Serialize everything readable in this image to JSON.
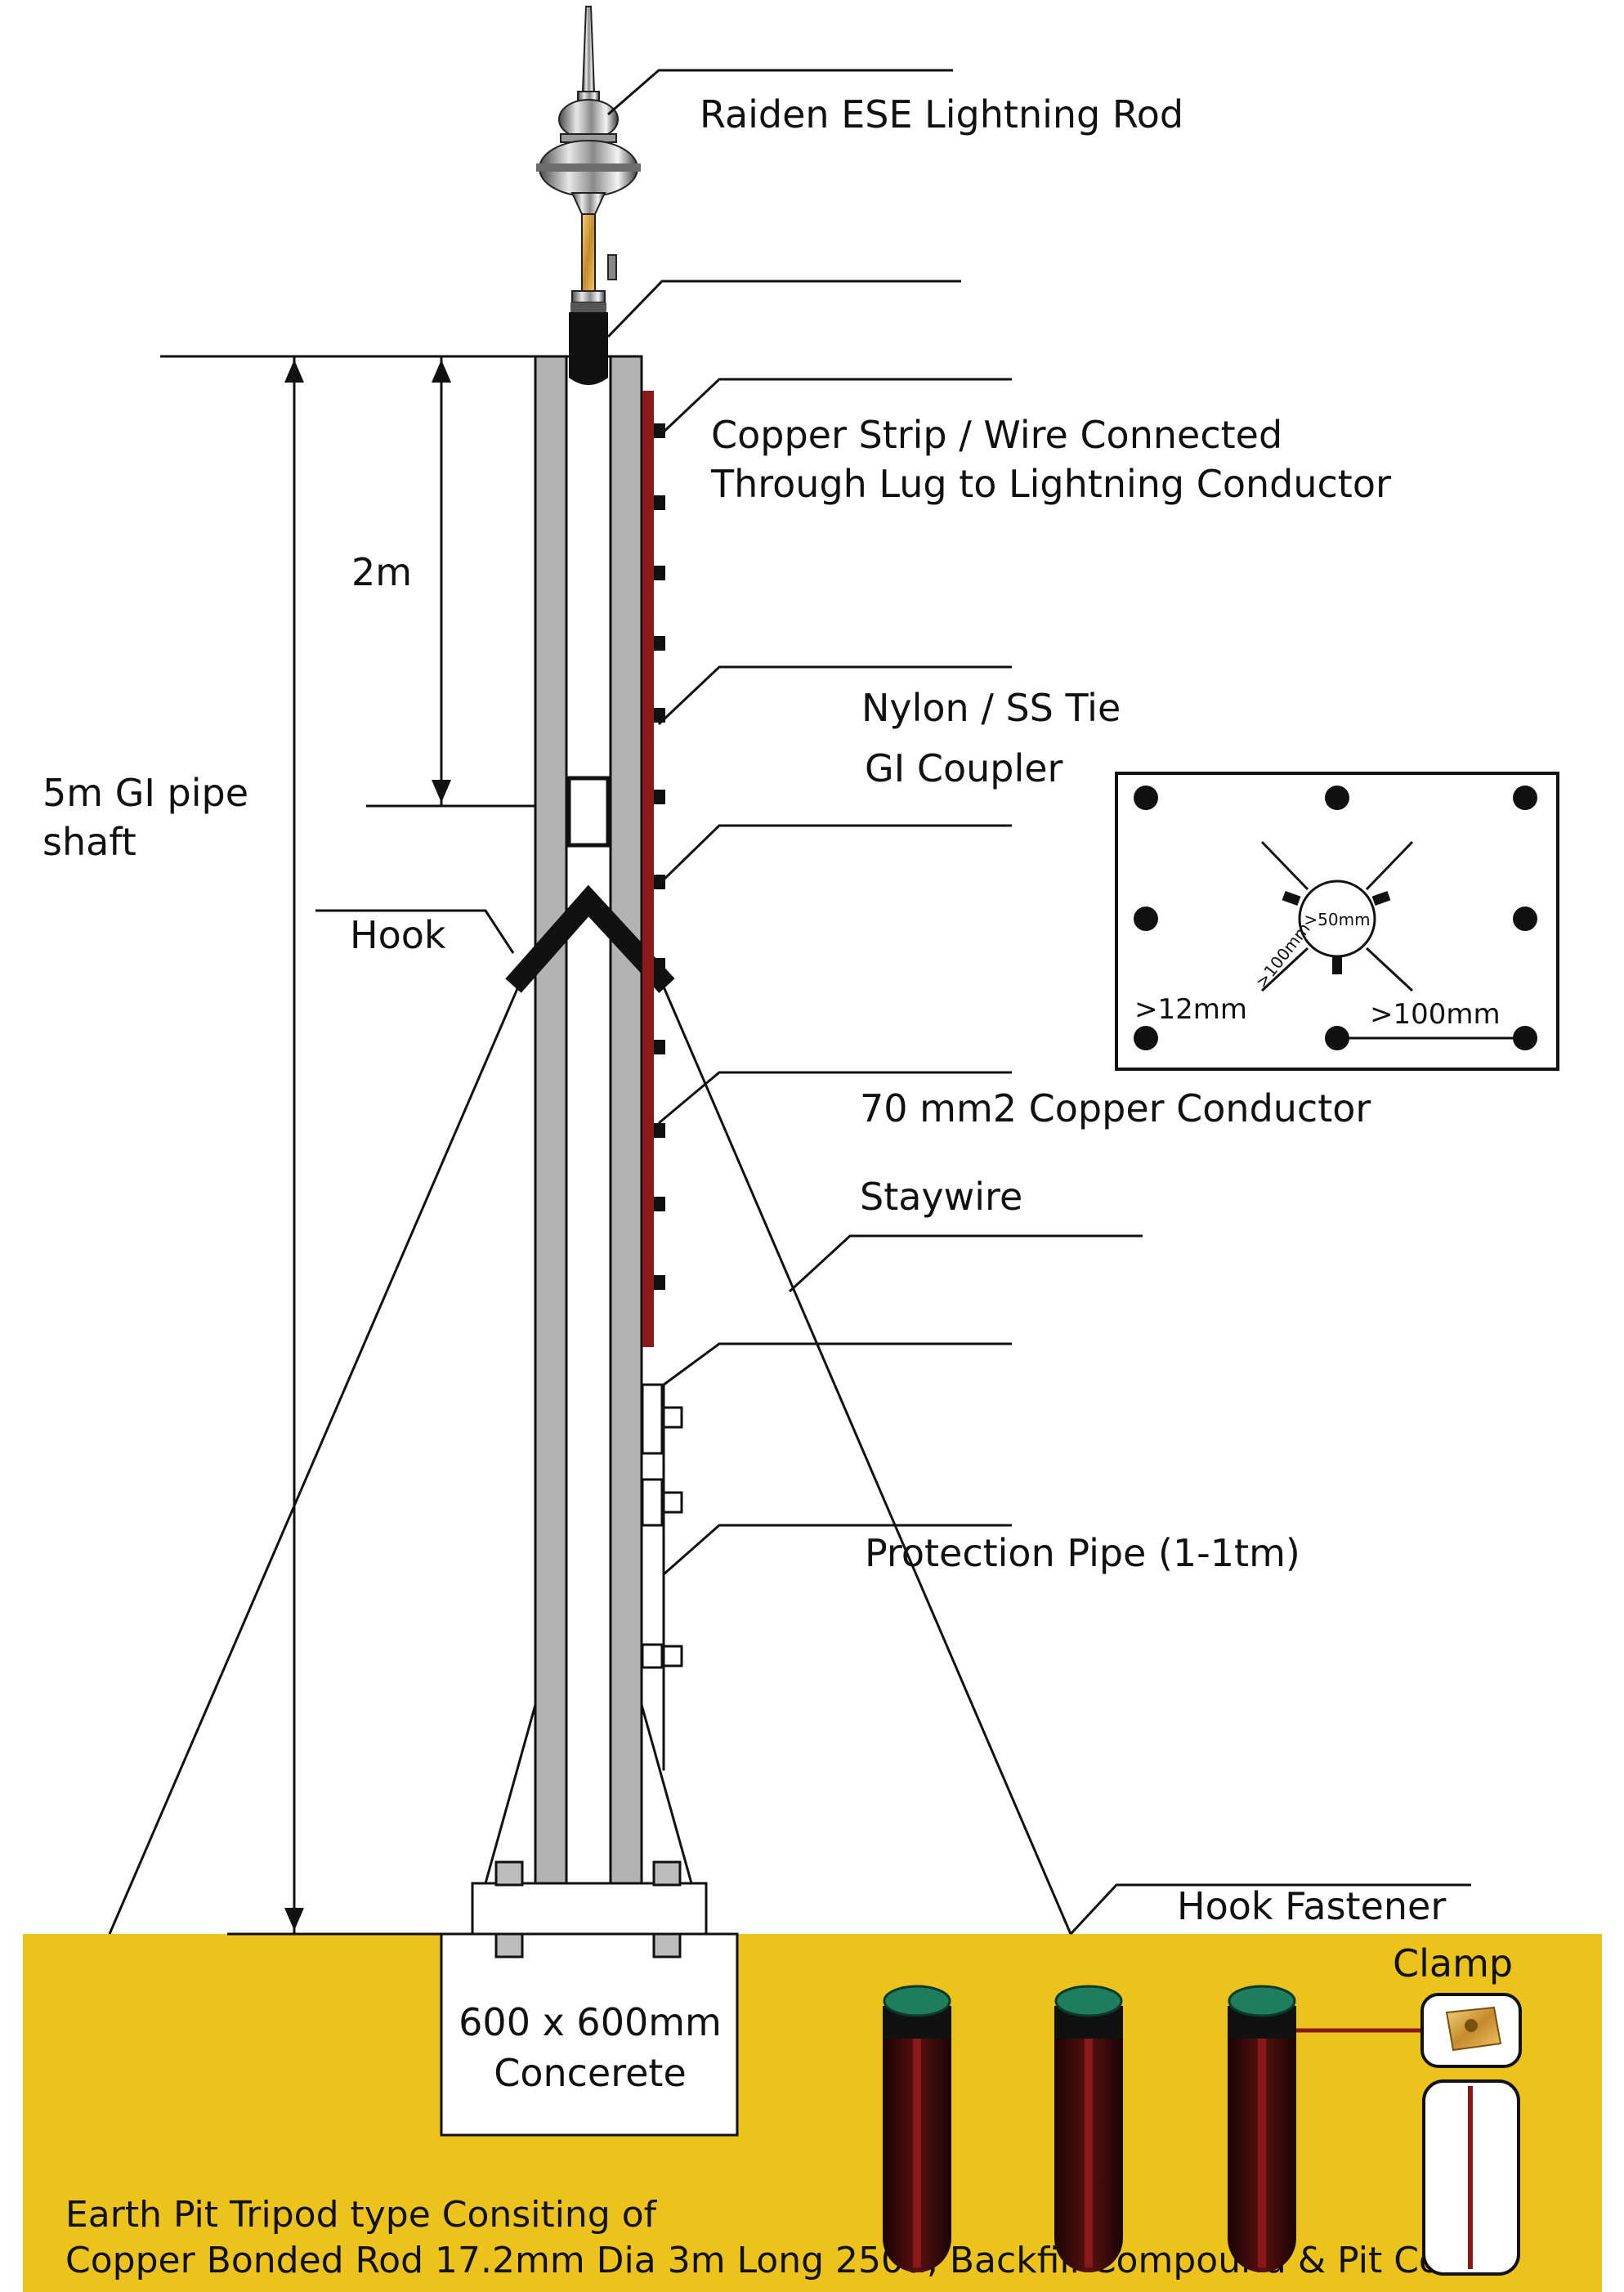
{
  "labels": {
    "rod": "Raiden  ESE Lightning Rod",
    "copper_strip_line1": "Copper Strip / Wire Connected",
    "copper_strip_line2": "Through Lug to Lightning Conductor",
    "height_2m": "2m",
    "shaft_line1": "5m GI pipe",
    "shaft_line2": "shaft",
    "nylon_tie": "Nylon / SS Tie",
    "gi_coupler": "GI Coupler",
    "hook": "Hook",
    "copper_conductor": "70 mm2 Copper Conductor",
    "staywire": "Staywire",
    "protection_pipe": "Protection Pipe (1-1tm)",
    "hook_fastener": "Hook Fastener",
    "clamp": "Clamp",
    "concrete_line1": "600 x 600mm",
    "concrete_line2": "Concerete",
    "earth_pit_line1": "Earth Pit Tripod type Consiting of",
    "earth_pit_line2": "Copper Bonded Rod 17.2mm Dia 3m Long 250u, Backfill Compound & Pit Cover."
  },
  "inset": {
    "inner_dia": ">50mm",
    "diag_dim": ">100mm",
    "hole_dia": ">12mm",
    "spacing": ">100mm"
  },
  "colors": {
    "ground": "#ecc21c",
    "pipe": "#b3b3b3",
    "copper_strip": "#8a1a1a",
    "cap": "#1e7d5c",
    "rod_body": "#4a0b0b"
  }
}
